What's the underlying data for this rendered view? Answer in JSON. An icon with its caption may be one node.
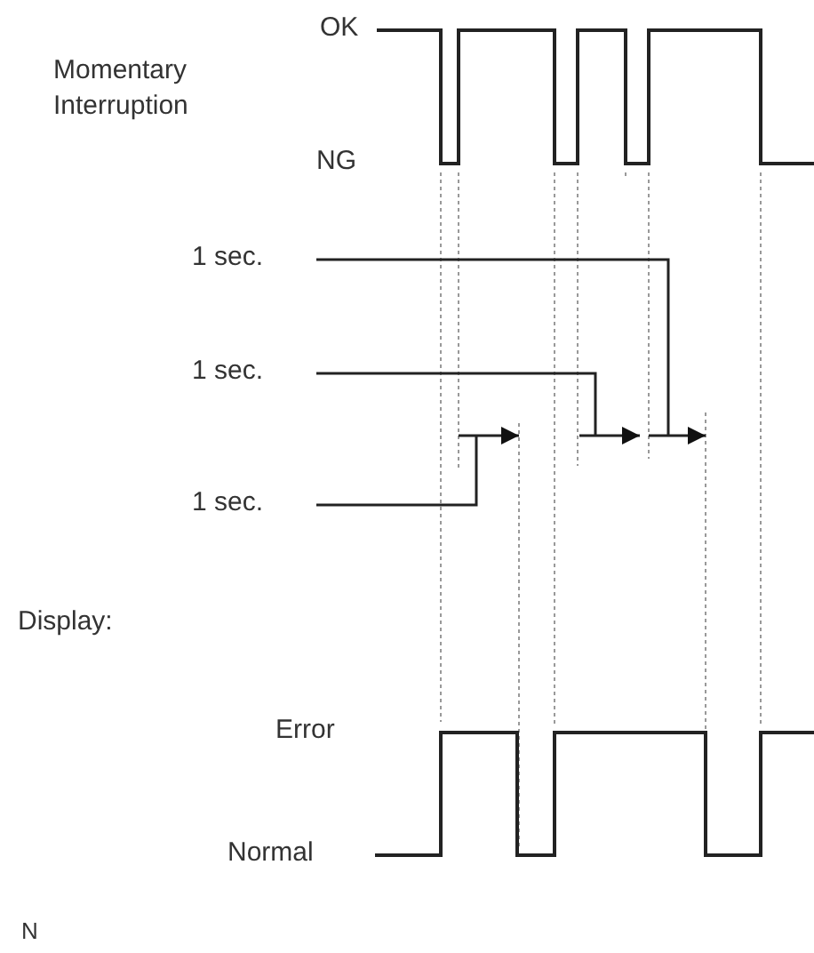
{
  "diagram": {
    "nodes": [
      {
        "text": [
          "1 sec."
        ]
      },
      {
        "text": [
          "1 sec."
        ]
      },
      {
        "text": [
          "1 sec."
        ]
      }
    ],
    "edges": [
      {
        "from": 0,
        "to": null,
        "arrow": "to"
      },
      {
        "from": 1,
        "to": null,
        "arrow": "to"
      },
      {
        "from": 2,
        "to": null,
        "arrow": "to"
      }
    ],
    "labels": [
      "OK",
      "Momentary Interruption",
      "NG",
      "Display:",
      "Error",
      "Normal",
      "N"
    ]
  }
}
